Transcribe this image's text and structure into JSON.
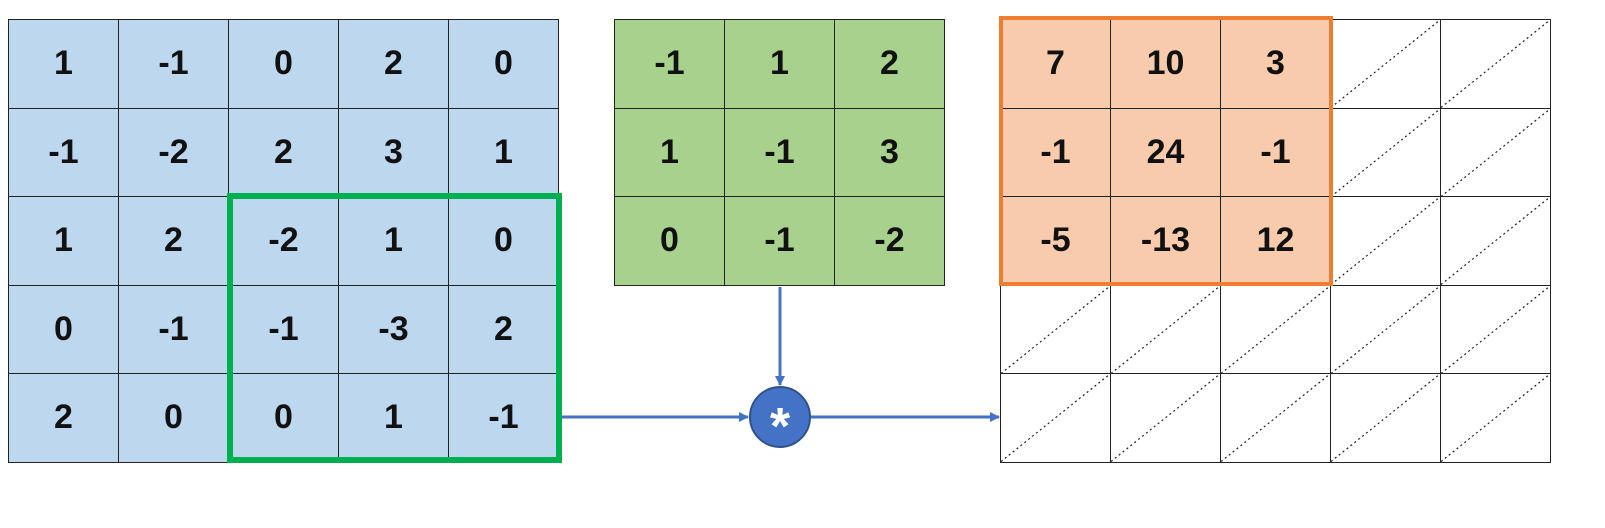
{
  "input_matrix": {
    "rows": [
      [
        "1",
        "-1",
        "0",
        "2",
        "0"
      ],
      [
        "-1",
        "-2",
        "2",
        "3",
        "1"
      ],
      [
        "1",
        "2",
        "-2",
        "1",
        "0"
      ],
      [
        "0",
        "-1",
        "-1",
        "-3",
        "2"
      ],
      [
        "2",
        "0",
        "0",
        "1",
        "-1"
      ]
    ]
  },
  "kernel_matrix": {
    "rows": [
      [
        "-1",
        "1",
        "2"
      ],
      [
        "1",
        "-1",
        "3"
      ],
      [
        "0",
        "-1",
        "-2"
      ]
    ]
  },
  "output_matrix": {
    "rows": [
      [
        "7",
        "10",
        "3",
        "",
        ""
      ],
      [
        "-1",
        "24",
        "-1",
        "",
        ""
      ],
      [
        "-5",
        "-13",
        "12",
        "",
        ""
      ],
      [
        "",
        "",
        "",
        "",
        ""
      ],
      [
        "",
        "",
        "",
        "",
        ""
      ]
    ]
  },
  "operator": {
    "symbol": "*"
  },
  "colors": {
    "input_fill": "#bdd7ee",
    "kernel_fill": "#a9d18e",
    "output_fill": "#f8cbad",
    "input_window_border": "#00b050",
    "output_window_border": "#ed7d31",
    "arrow": "#4472c4"
  }
}
